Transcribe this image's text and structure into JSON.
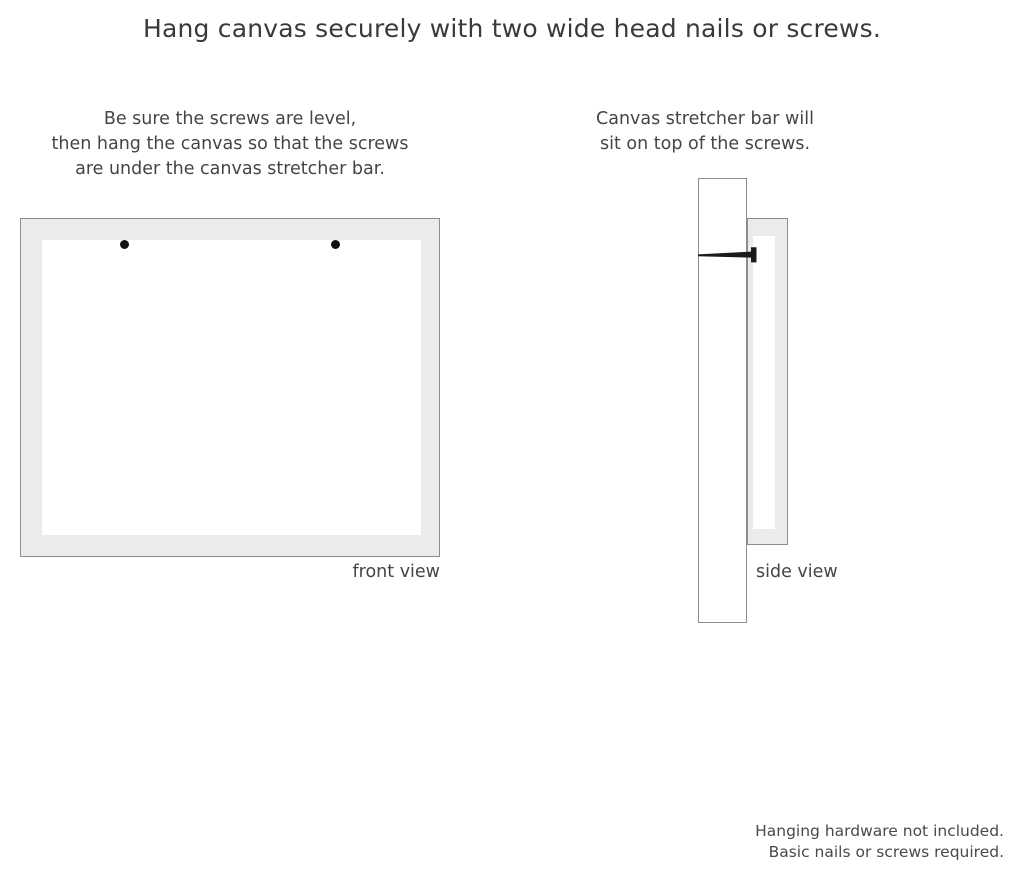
{
  "title": "Hang canvas securely with two wide head nails or screws.",
  "captions": {
    "left": {
      "line1": "Be sure the screws are level,",
      "line2": "then hang the canvas so that the screws",
      "line3": "are under the canvas stretcher bar."
    },
    "right": {
      "line1": "Canvas stretcher bar will",
      "line2": "sit on top of the screws."
    }
  },
  "diagrams": {
    "front": {
      "label": "front view",
      "frame_color": "#ebebeb",
      "frame_border_color": "#8d8d8d",
      "inner_color": "#ffffff",
      "screw_color": "#111111",
      "screw_count": 2
    },
    "side": {
      "label": "side view",
      "wall_color": "#ffffff",
      "wall_border_color": "#8d8d8d",
      "canvas_color": "#ebebeb",
      "canvas_inner_color": "#ffffff",
      "nail_color": "#1a1a1a"
    }
  },
  "footer": {
    "line1": "Hanging hardware not included.",
    "line2": "Basic nails or screws required."
  }
}
